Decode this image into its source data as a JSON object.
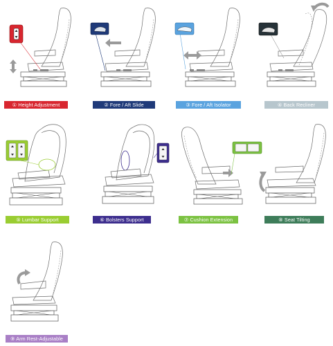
{
  "items": [
    {
      "label": "① Height Adjustment",
      "color": "#d8262f"
    },
    {
      "label": "② Fore / Aft Slide",
      "color": "#1f3a79"
    },
    {
      "label": "③ Fore / Aft Isolator",
      "color": "#5aa3df"
    },
    {
      "label": "④ Back Recliner",
      "color": "#b7c6cd"
    },
    {
      "label": "⑤ Lumbar Support",
      "color": "#9acd32"
    },
    {
      "label": "⑥ Bolsters Support",
      "color": "#3d2e8e"
    },
    {
      "label": "⑦ Cushion Extension",
      "color": "#7cc242"
    },
    {
      "label": "⑧ Seat Tilting",
      "color": "#3e7d5a"
    },
    {
      "label": "⑨ Arm Rest-Adjustable",
      "color": "#a97fc6"
    }
  ]
}
